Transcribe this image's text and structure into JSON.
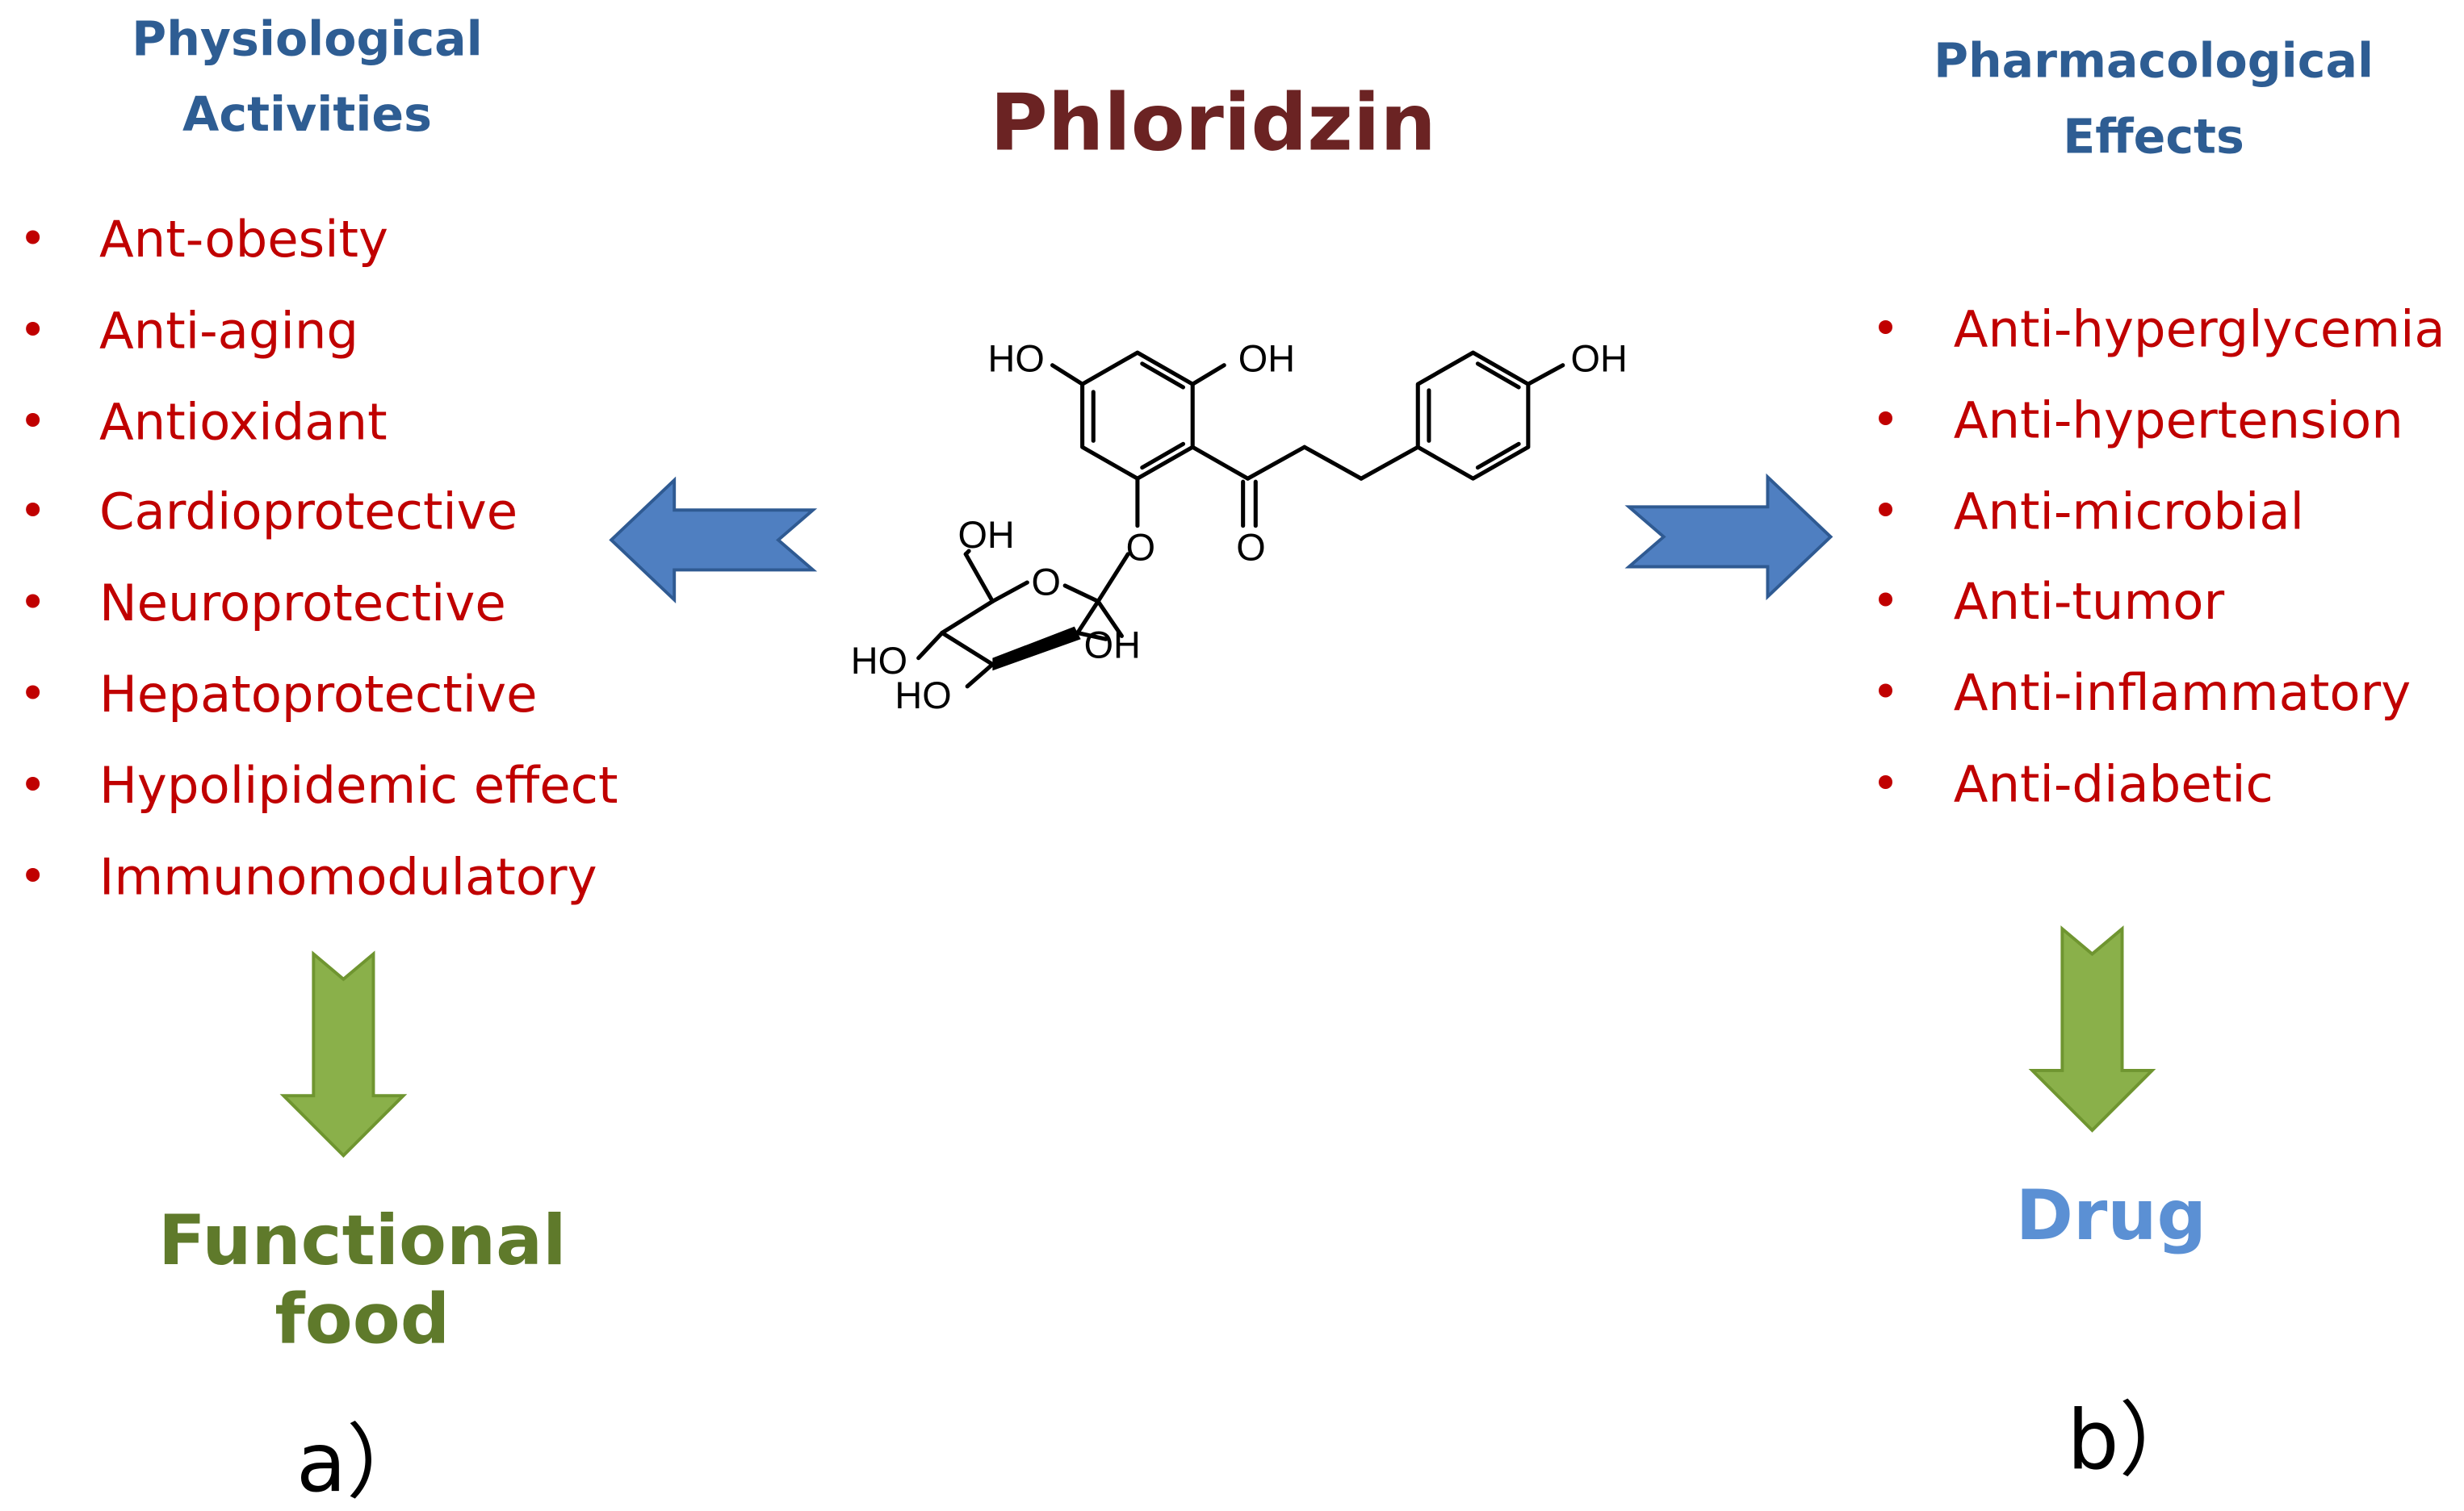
{
  "colors": {
    "heading": "#2e5d93",
    "title": "#6b2323",
    "list_text": "#c00000",
    "blue_arrow": "#4f7fc1",
    "blue_arrow_stroke": "#2f5a92",
    "green_arrow": "#8ab04a",
    "green_arrow_stroke": "#6f9530",
    "functional_food": "#5f7a2b",
    "drug": "#5b90d4",
    "sublabel": "#000000",
    "molecule": "#000000"
  },
  "title": "Phloridzin",
  "left_panel": {
    "heading_lines": [
      "Physiological",
      "Activities"
    ],
    "items": [
      "Ant-obesity",
      "Anti-aging",
      "Antioxidant",
      "Cardioprotective",
      "Neuroprotective",
      "Hepatoprotective",
      "Hypolipidemic effect",
      "Immunomodulatory"
    ],
    "outcome_lines": [
      "Functional",
      "food"
    ],
    "sublabel": "a）"
  },
  "right_panel": {
    "heading_lines": [
      "Pharmacological",
      "Effects"
    ],
    "items": [
      "Anti-hyperglycemia",
      "Anti-hypertension",
      "Anti-microbial",
      "Anti-tumor",
      "Anti-inflammatory",
      "Anti-diabetic"
    ],
    "outcome_lines": [
      "Drug"
    ],
    "sublabel": "b）"
  },
  "molecule": {
    "atom_labels": {
      "ho_top_left": "HO",
      "oh_top_mid": "OH",
      "oh_top_right": "OH",
      "o_carbonyl": "O",
      "o_glycosidic": "O",
      "oh_sugar_top": "OH",
      "o_ring": "O",
      "oh_sugar_right": "OH",
      "ho_sugar_left": "HO",
      "ho_sugar_bottom": "HO"
    }
  },
  "icons": {
    "left_arrow": "arrow-left-icon",
    "right_arrow": "arrow-right-icon",
    "down_arrow_left": "arrow-down-icon",
    "down_arrow_right": "arrow-down-icon"
  }
}
